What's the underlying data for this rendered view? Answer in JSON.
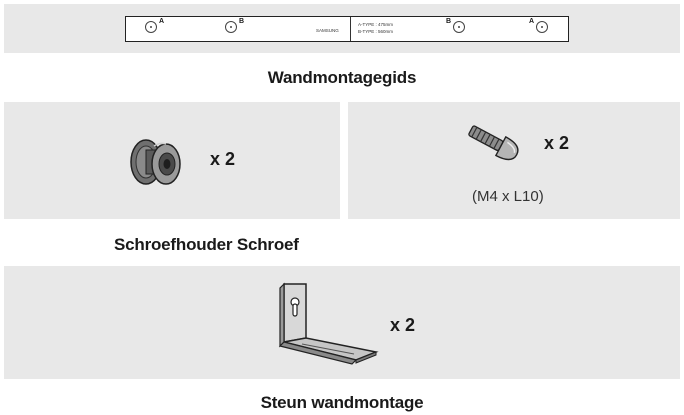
{
  "guide": {
    "caption": "Wandmontagegids",
    "mark_a": "A",
    "mark_b": "B",
    "brand_text": "SAMSUNG",
    "type_a": "A-TYPE : 475mm",
    "type_b": "B-TYPE : 560mm"
  },
  "holder": {
    "quantity": "x 2",
    "caption": "Schroefhouder Schroef"
  },
  "screw": {
    "quantity": "x 2",
    "spec": "(M4 x L10)"
  },
  "bracket": {
    "quantity": "x 2",
    "caption": "Steun wandmontage"
  }
}
